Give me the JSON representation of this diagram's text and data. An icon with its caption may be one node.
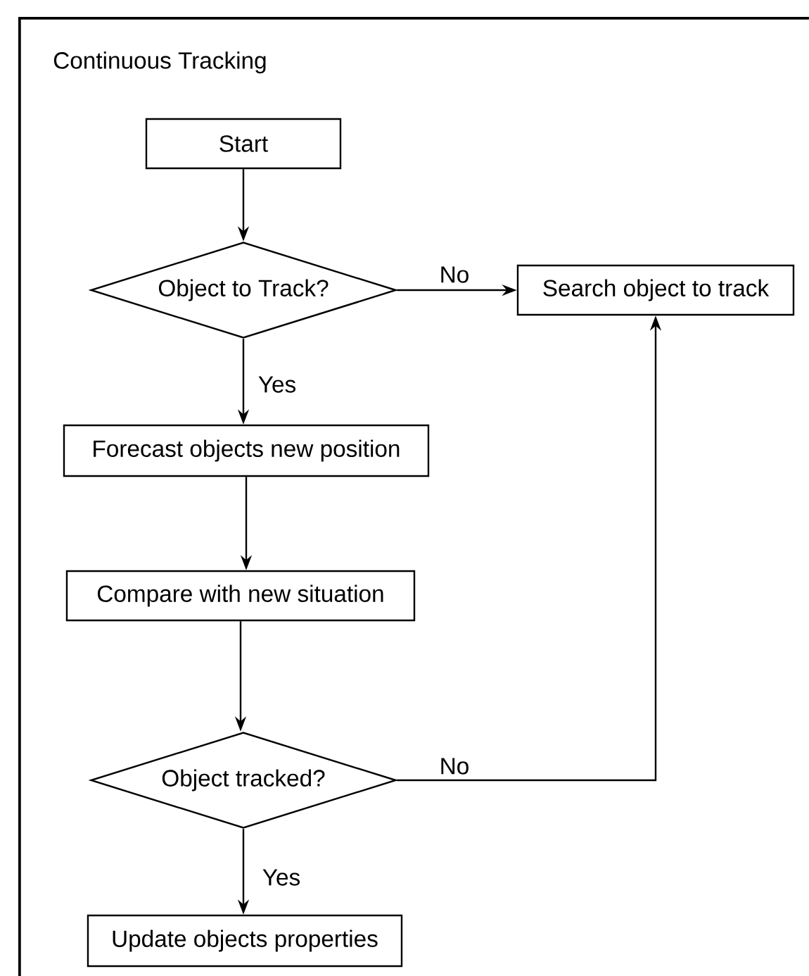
{
  "diagram": {
    "nodes": [
      {
        "text": [
          "Continuous Tracking"
        ]
      },
      {
        "text": [
          "Start"
        ],
        "in": 0
      },
      {
        "text": [
          "Object to Track?"
        ],
        "in": 0
      },
      {
        "text": [
          "Search object to track"
        ],
        "in": 0
      },
      {
        "text": [
          "Forecast objects new position"
        ],
        "in": 0
      },
      {
        "text": [
          "Compare with new situation"
        ],
        "in": 0
      },
      {
        "text": [
          "Object tracked?"
        ],
        "in": 0
      },
      {
        "text": [
          "Update objects properties"
        ],
        "in": 0
      }
    ],
    "edges": [
      {
        "from": 1,
        "to": 2,
        "arrow": "to"
      },
      {
        "from": 2,
        "to": 3,
        "arrow": "to",
        "label": "No"
      },
      {
        "from": 2,
        "to": 4,
        "arrow": "to",
        "label": "Yes"
      },
      {
        "from": 4,
        "to": 5,
        "arrow": "to"
      },
      {
        "from": 5,
        "to": 6,
        "arrow": "to"
      },
      {
        "from": 6,
        "to": 3,
        "arrow": "to",
        "label": "No"
      },
      {
        "from": 6,
        "to": 7,
        "arrow": "to",
        "label": "Yes"
      }
    ]
  }
}
